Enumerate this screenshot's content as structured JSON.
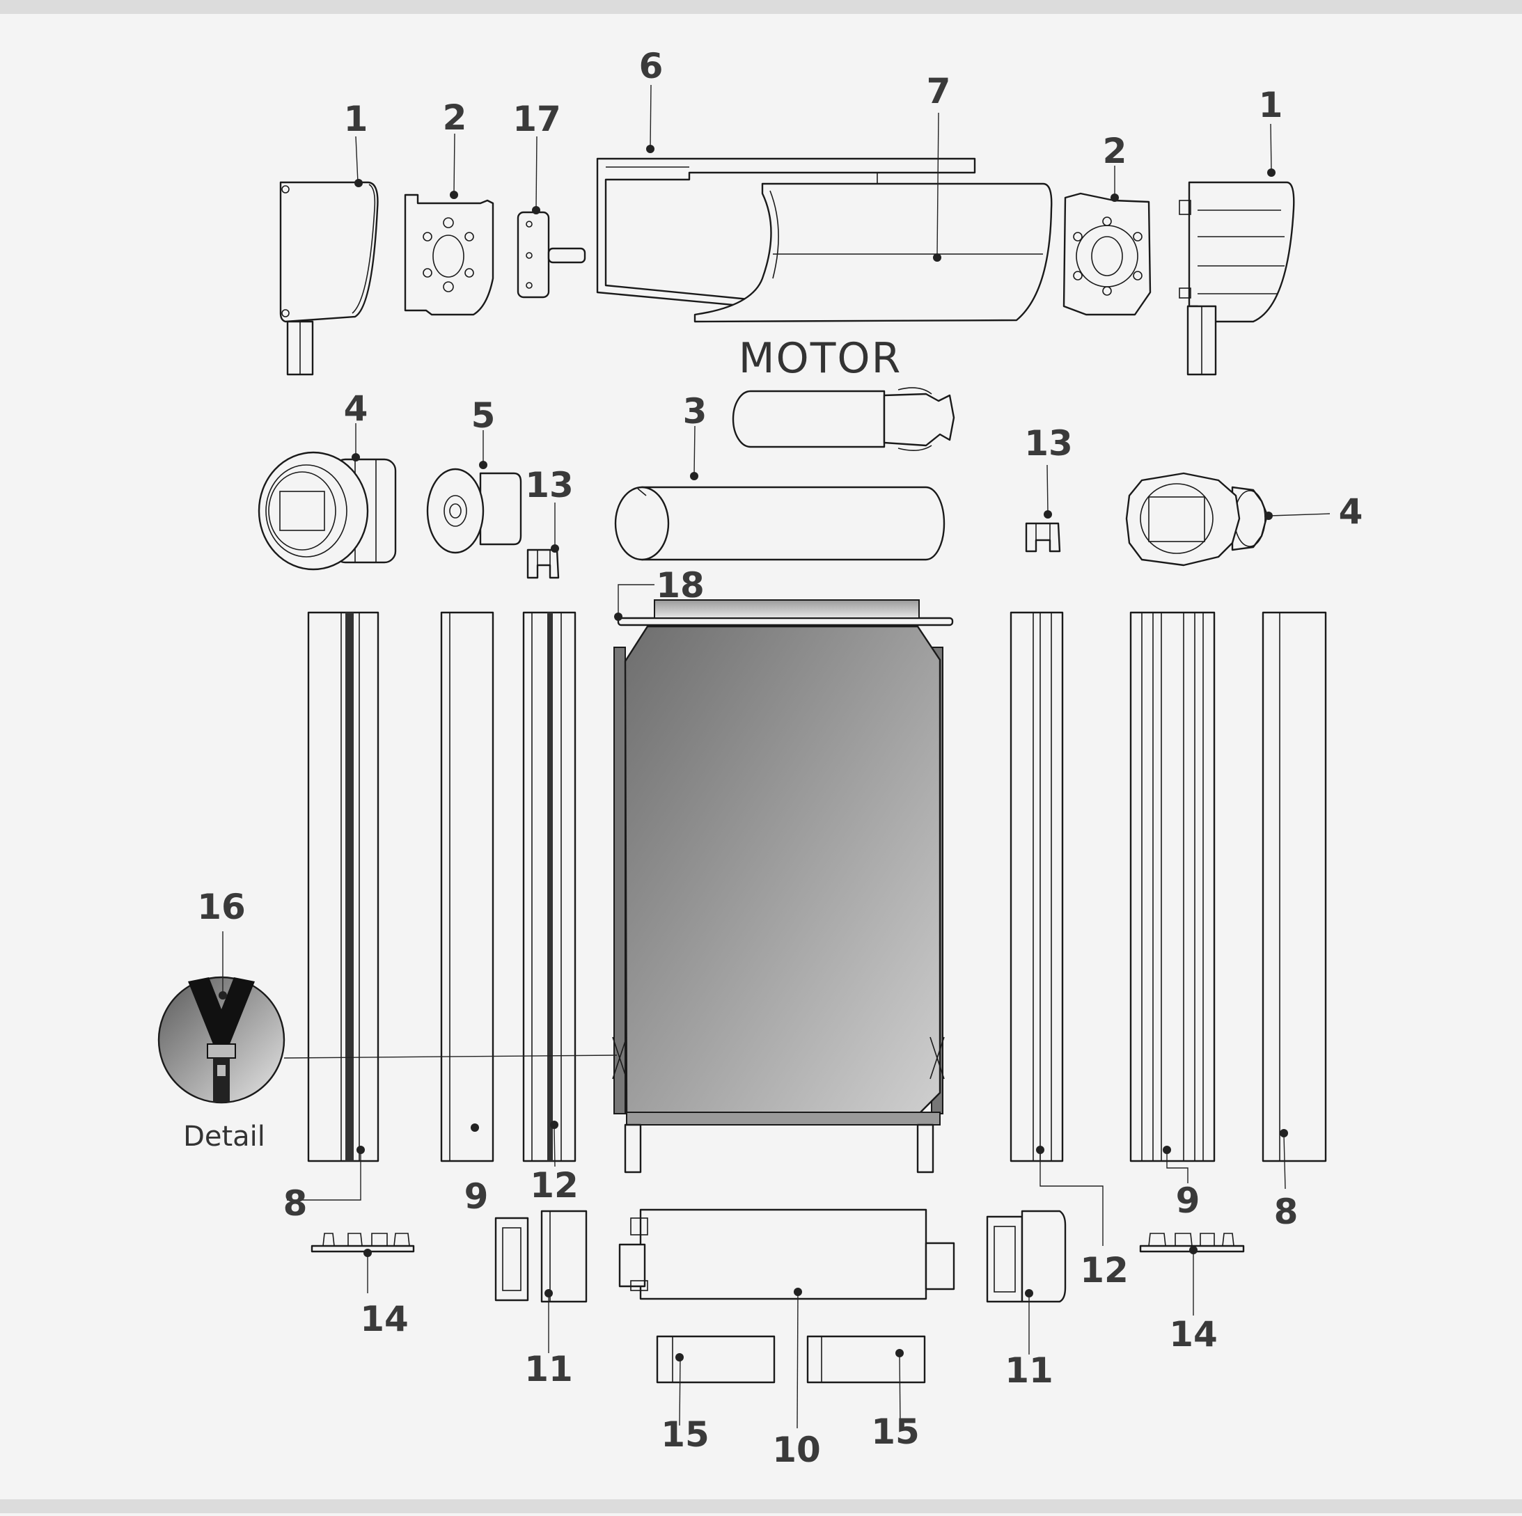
{
  "diagram": {
    "labels": {
      "top_cover_left": "1",
      "top_plate_left": "2",
      "top_bracket": "17",
      "top_profile_6": "6",
      "top_box_7": "7",
      "top_plate_right": "2",
      "top_cover_right": "1",
      "motor": "MOTOR",
      "cap_left": "4",
      "bearing": "5",
      "tube": "3",
      "clip_left": "13",
      "clip_right": "13",
      "cap_right": "4",
      "bar": "18",
      "detail_num": "16",
      "detail_text": "Detail",
      "rail_left_8": "8",
      "rail_left_9": "9",
      "rail_left_12": "12",
      "rail_right_12": "12",
      "rail_right_9": "9",
      "rail_right_8": "8",
      "foot_left": "14",
      "foot_right": "14",
      "end_left": "11",
      "end_right": "11",
      "bottom_bar": "10",
      "weight_left": "15",
      "weight_right": "15"
    }
  }
}
